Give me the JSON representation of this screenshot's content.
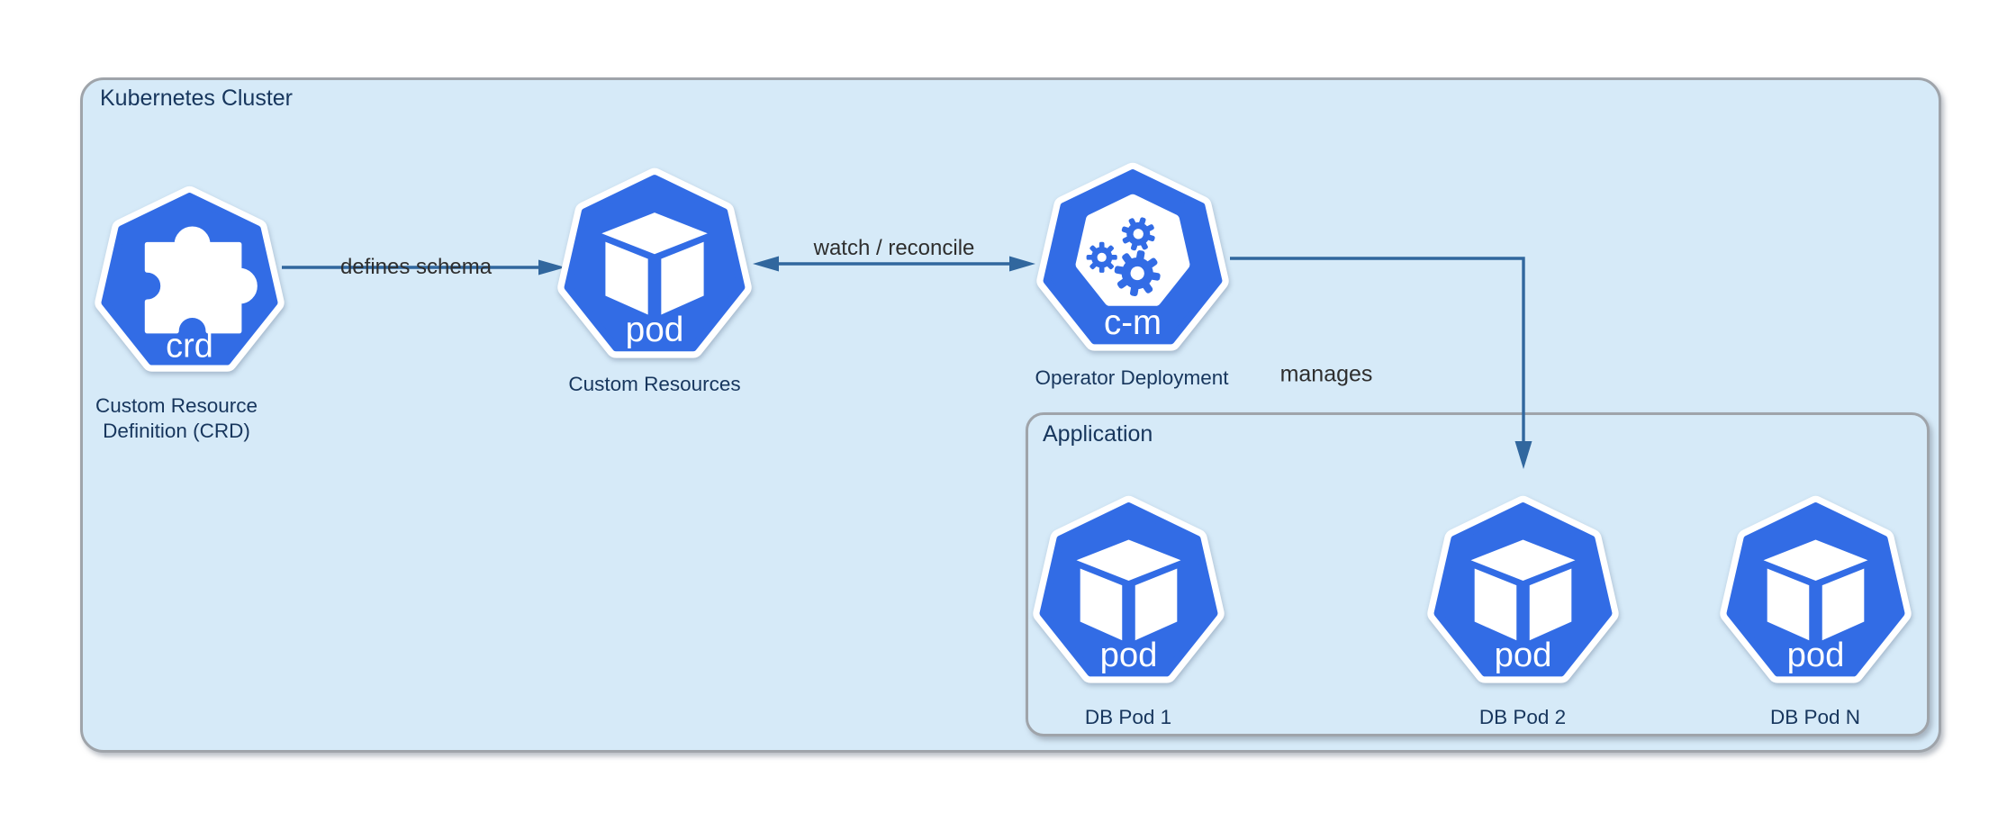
{
  "diagram": {
    "cluster": {
      "title": "Kubernetes Cluster"
    },
    "application": {
      "title": "Application"
    },
    "nodes": {
      "crd": {
        "icon_text": "crd",
        "label_lines": [
          "Custom Resource",
          "Definition (CRD)"
        ]
      },
      "custom_resources": {
        "icon_text": "pod",
        "label": "Custom Resources"
      },
      "operator": {
        "icon_text": "c-m",
        "label": "Operator Deployment"
      },
      "db_pod_1": {
        "icon_text": "pod",
        "label": "DB Pod 1"
      },
      "db_pod_2": {
        "icon_text": "pod",
        "label": "DB Pod 2"
      },
      "db_pod_n": {
        "icon_text": "pod",
        "label": "DB Pod N"
      }
    },
    "edges": {
      "defines_schema": {
        "label": "defines schema"
      },
      "watch_reconcile": {
        "label": "watch / reconcile"
      },
      "manages": {
        "label": "manages"
      }
    },
    "colors": {
      "kubernetes_blue": "#326ce5",
      "container_fill": "#d6eaf8",
      "container_border": "#9fa4aa",
      "arrow": "#31679e",
      "node_label_text": "#17365d",
      "edge_label_text": "#2e2e2e"
    }
  }
}
